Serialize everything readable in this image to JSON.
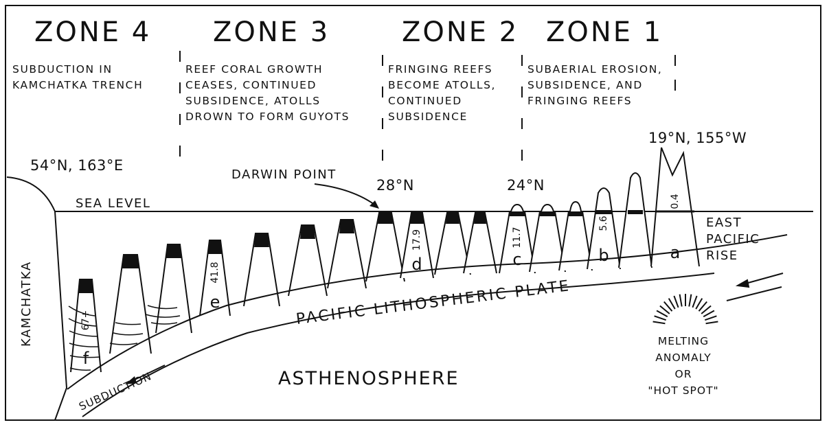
{
  "zones": [
    {
      "title": "ZONE 4",
      "lines": [
        "SUBDUCTION IN",
        "KAMCHATKA TRENCH"
      ]
    },
    {
      "title": "ZONE 3",
      "lines": [
        "REEF CORAL GROWTH",
        "CEASES, CONTINUED",
        "SUBSIDENCE, ATOLLS",
        "DROWN TO FORM GUYOTS"
      ]
    },
    {
      "title": "ZONE 2",
      "lines": [
        "FRINGING REEFS",
        "BECOME ATOLLS,",
        "CONTINUED",
        "SUBSIDENCE"
      ]
    },
    {
      "title": "ZONE 1",
      "lines": [
        "SUBAERIAL EROSION,",
        "SUBSIDENCE, AND",
        "FRINGING REEFS"
      ]
    }
  ],
  "labels": {
    "coord_west": "54°N, 163°E",
    "coord_east": "19°N, 155°W",
    "lat_28": "28°N",
    "lat_24": "24°N",
    "darwin_point": "DARWIN POINT",
    "sea_level": "SEA LEVEL",
    "kamchatka": "KAMCHATKA",
    "east_pacific_rise": [
      "EAST",
      "PACIFIC",
      "RISE"
    ],
    "plate": "PACIFIC LITHOSPHERIC PLATE",
    "asthenosphere": "ASTHENOSPHERE",
    "subduction": "SUBDUCTION",
    "hot_spot": [
      "MELTING",
      "ANOMALY",
      "OR",
      "\"HOT SPOT\""
    ]
  },
  "seamount_markers": [
    {
      "letter": "a",
      "age": "0.4"
    },
    {
      "letter": "b",
      "age": "5.6"
    },
    {
      "letter": "c",
      "age": "11.7"
    },
    {
      "letter": "d",
      "age": "17.9"
    },
    {
      "letter": "e",
      "age": "41.8"
    },
    {
      "letter": "f",
      "age": "67+"
    }
  ],
  "colors": {
    "ink": "#111111",
    "background": "#ffffff"
  }
}
